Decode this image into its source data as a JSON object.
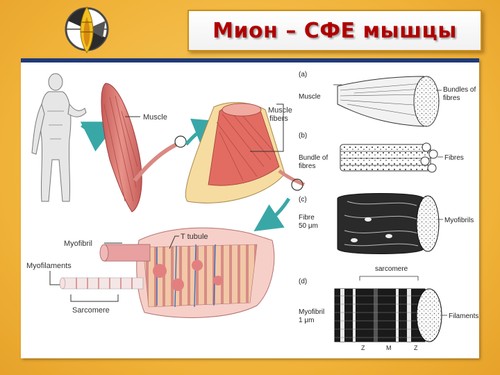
{
  "title": "Мион – СФЕ мышцы",
  "left_diagram": {
    "muscle": "Muscle",
    "muscle_fibers_line1": "Muscle",
    "muscle_fibers_line2": "fibers",
    "myofibril": "Myofibril",
    "t_tubule": "T tubule",
    "myofilaments": "Myofilaments",
    "sarcomere": "Sarcomere"
  },
  "right_diagram": {
    "panel_a": "(a)",
    "label_muscle": "Muscle",
    "bundles_line1": "Bundles of",
    "bundles_line2": "fibres",
    "panel_b": "(b)",
    "bundle_line1": "Bundle of",
    "bundle_line2": "fibres",
    "fibres": "Fibres",
    "panel_c": "(c)",
    "fibre_line1": "Fibre",
    "fibre_line2": "50 μm",
    "myofibrils": "Myofibrils",
    "panel_d": "(d)",
    "sarcomere": "sarcomere",
    "myofibril_line1": "Myofibril",
    "myofibril_line2": "1 μm",
    "filaments": "Filaments",
    "z1": "Z",
    "m": "M",
    "z2": "Z"
  },
  "colors": {
    "background": "#f2b640",
    "title": "#b00000",
    "frame_top": "#1f3a7a",
    "arrow": "#3aa7a7",
    "muscle": "#d97a72",
    "fiber_bundle": "#f6dca0"
  }
}
